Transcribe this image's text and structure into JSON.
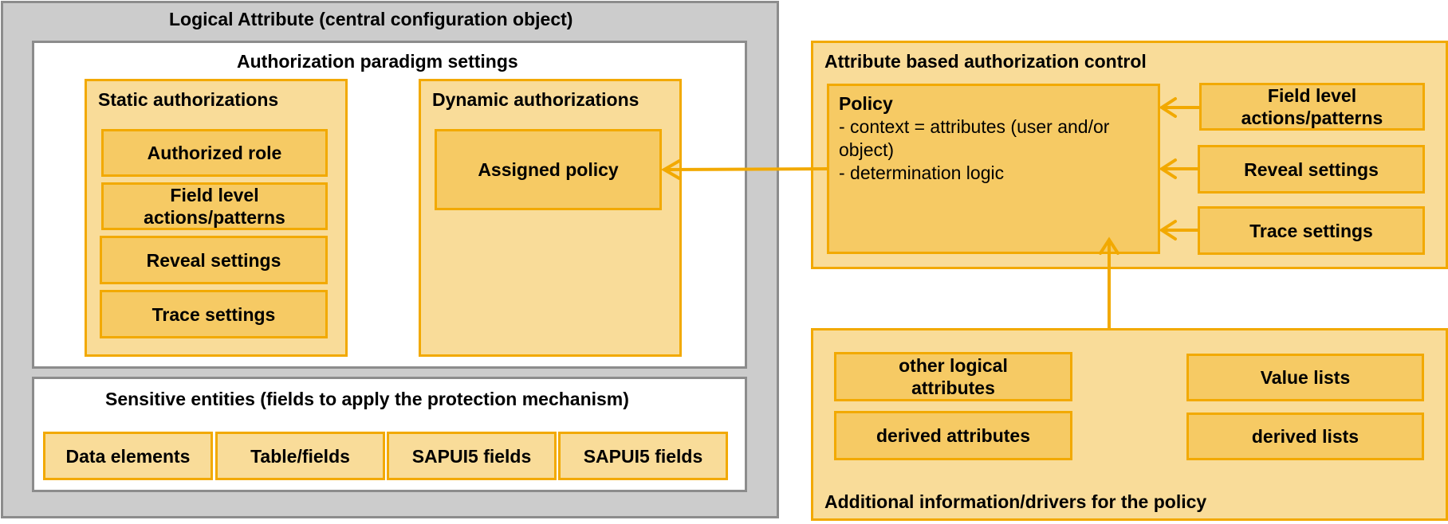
{
  "logical_attribute": {
    "title": "Logical Attribute (central configuration object)",
    "authorization_paradigm": {
      "title": "Authorization paradigm settings",
      "static": {
        "title": "Static authorizations",
        "items": [
          "Authorized role",
          "Field level actions/patterns",
          "Reveal settings",
          "Trace settings"
        ]
      },
      "dynamic": {
        "title": "Dynamic authorizations",
        "assigned_policy": "Assigned policy"
      }
    },
    "sensitive_entities": {
      "title": "Sensitive entities (fields to apply the protection mechanism)",
      "fields": [
        "Data elements",
        "Table/fields",
        "SAPUI5 fields",
        "SAPUI5 fields"
      ]
    }
  },
  "abac": {
    "title": "Attribute based authorization control",
    "policy": {
      "title": "Policy",
      "line1": "- context = attributes (user and/or object)",
      "line2": "- determination logic"
    },
    "side_items": [
      "Field level actions/patterns",
      "Reveal settings",
      "Trace settings"
    ]
  },
  "drivers": {
    "title": "Additional information/drivers for the policy",
    "items": [
      "other logical attributes",
      "derived attributes",
      "Value lists",
      "derived lists"
    ]
  },
  "colors": {
    "gray_bg": "#cccccc",
    "gray_border": "#8c8c8c",
    "orange_border": "#f2a900",
    "light_fill": "#f9dc99",
    "item_fill": "#f6ca64"
  }
}
